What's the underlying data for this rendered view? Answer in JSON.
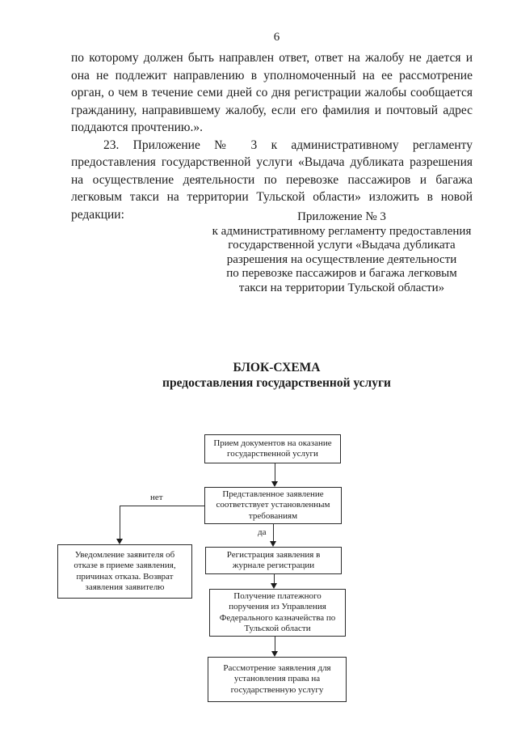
{
  "page": {
    "number": "6"
  },
  "body": {
    "paragraph1": "по которому должен быть направлен ответ, ответ на жалобу не дается и она не подлежит направлению в уполномоченный на ее рассмотрение орган, о чем в течение семи дней со дня регистрации жалобы сообщается гражданину, направившему жалобу, если его фамилия и почтовый адрес поддаются прочтению.».",
    "paragraph2": "23. Приложение № 3 к административному регламенту предоставления государственной услуги «Выдача дубликата разрешения на осуществление деятельности по перевозке пассажиров и багажа легковым такси на территории Тульской области» изложить в новой редакции:"
  },
  "appendix": {
    "lines": [
      "Приложение № 3",
      "к административному регламенту предоставления",
      "государственной услуги «Выдача дубликата",
      "разрешения на осуществление деятельности",
      "по перевозке пассажиров и багажа легковым",
      "такси на территории Тульской области»"
    ]
  },
  "flowchart": {
    "title_line1": "БЛОК-СХЕМА",
    "title_line2": "предоставления государственной услуги",
    "boxes": {
      "receive": "Прием документов на оказание государственной услуги",
      "check": "Представленное заявление соответствует установленным требованиям",
      "reject": "Уведомление заявителя об отказе в приеме заявления, причинах отказа. Возврат заявления заявителю",
      "register": "Регистрация заявления в журнале регистрации",
      "payment": "Получение платежного поручения из Управления Федерального казначейства по Тульской области",
      "review": "Рассмотрение заявления для установления права на государственную услугу"
    },
    "labels": {
      "no": "нет",
      "yes": "да"
    }
  },
  "colors": {
    "ink": "#1c1c1c",
    "paper": "#ffffff"
  }
}
